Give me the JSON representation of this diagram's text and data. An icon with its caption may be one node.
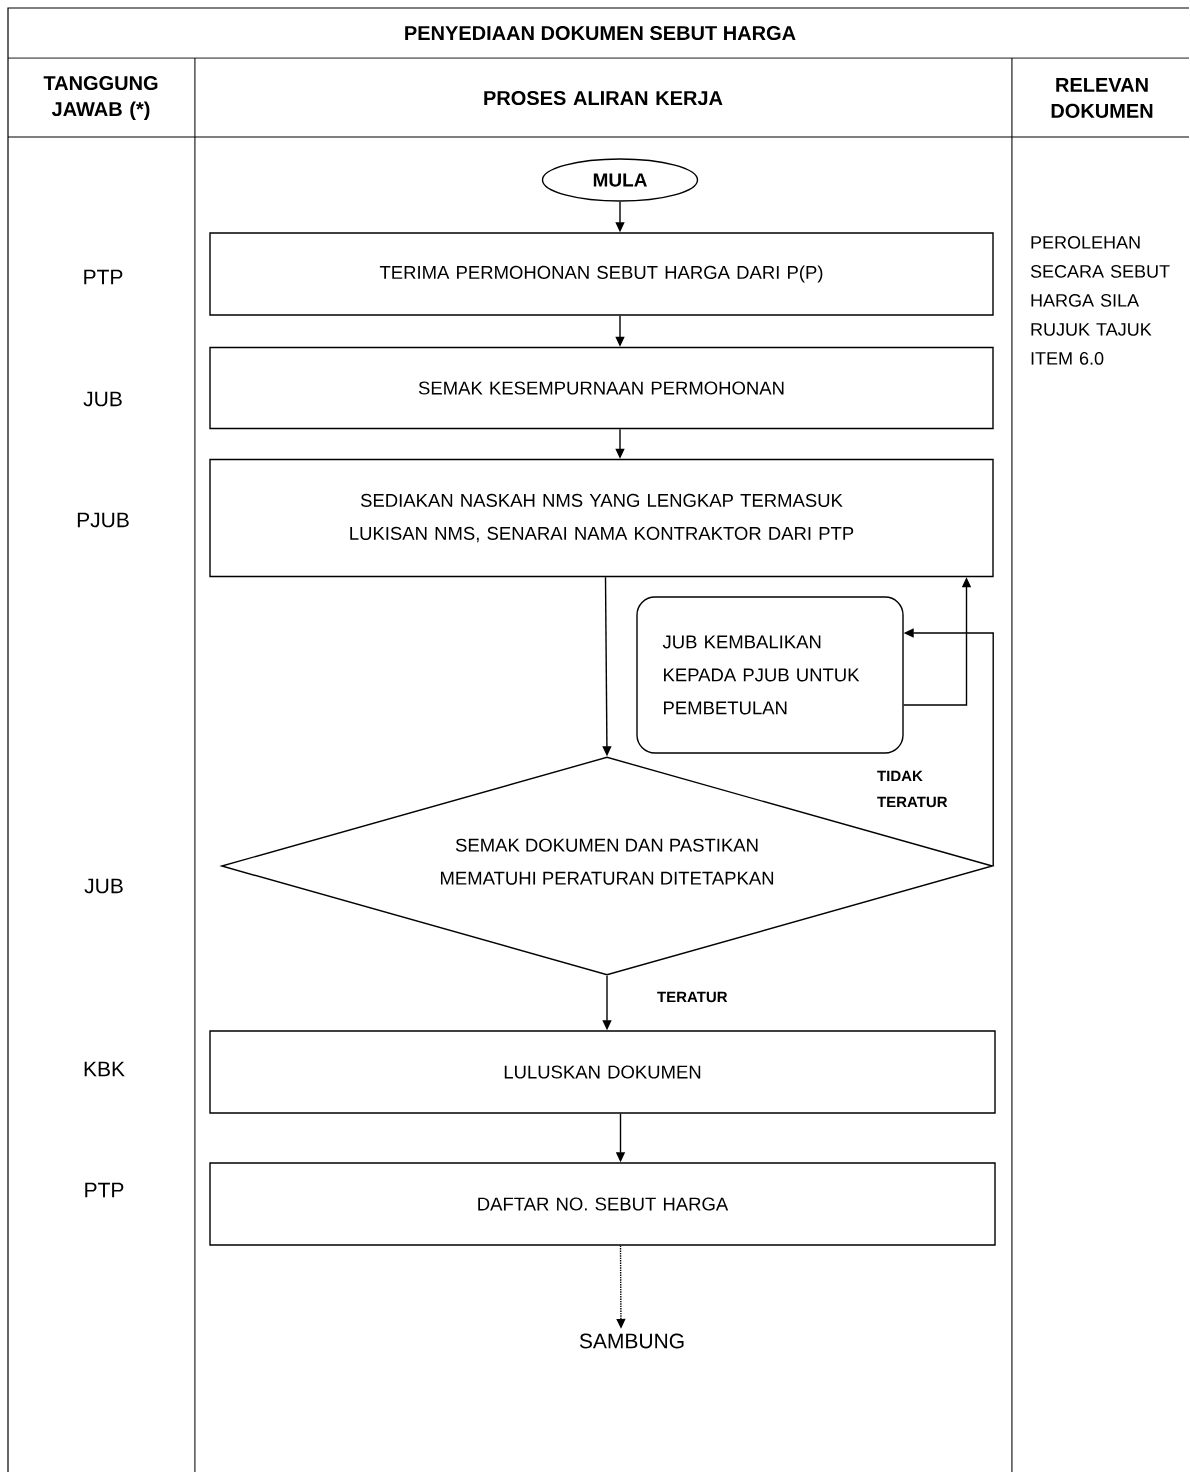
{
  "diagram": {
    "title": "PENYEDIAAN DOKUMEN SEBUT HARGA",
    "nodes": [
      {
        "text": [
          "MULA"
        ]
      },
      {
        "text": [
          "TERIMA PERMOHONAN SEBUT HARGA DARI P(P)"
        ]
      },
      {
        "text": [
          "SEMAK KESEMPURNAAN PERMOHONAN"
        ]
      },
      {
        "text": [
          "SEDIAKAN NASKAH NMS YANG LENGKAP TERMASUK LUKISAN NMS, SENARAI NAMA KONTRAKTOR DARI PTP"
        ]
      },
      {
        "text": [
          "JUB KEMBALIKAN KEPADA PJUB UNTUK PEMBETULAN"
        ]
      },
      {
        "text": [
          "SEMAK DOKUMEN DAN PASTIKAN MEMATUHI PERATURAN DITETAPKAN"
        ]
      },
      {
        "text": [
          "LULUSKAN DOKUMEN"
        ]
      },
      {
        "text": [
          "DAFTAR NO. SEBUT HARGA"
        ]
      },
      {
        "text": [
          "SAMBUNG"
        ]
      }
    ],
    "edges": [
      {
        "from": 0,
        "to": 1,
        "arrow": "to"
      },
      {
        "from": 1,
        "to": 2,
        "arrow": "to"
      },
      {
        "from": 2,
        "to": 3,
        "arrow": "to"
      },
      {
        "from": 3,
        "to": 5,
        "arrow": "to"
      },
      {
        "from": 5,
        "to": 4,
        "arrow": "to",
        "label": "TIDAK TERATUR"
      },
      {
        "from": 4,
        "to": 3,
        "arrow": "to"
      },
      {
        "from": 5,
        "to": 6,
        "arrow": "to",
        "label": "TERATUR"
      },
      {
        "from": 6,
        "to": 7,
        "arrow": "to"
      },
      {
        "from": 7,
        "to": 8,
        "arrow": "to",
        "style": "dashed"
      }
    ],
    "labels": [
      "TANGGUNG JAWAB (*)",
      "PROSES ALIRAN KERJA",
      "RELEVAN DOKUMEN",
      "PTP",
      "JUB",
      "PJUB",
      "JUB",
      "KBK",
      "PTP",
      "PEROLEHAN SECARA SEBUT HARGA SILA RUJUK TAJUK ITEM 6.0"
    ]
  }
}
